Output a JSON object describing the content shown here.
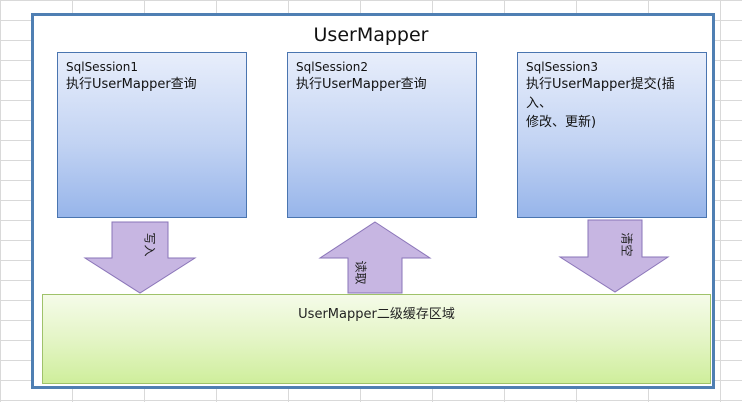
{
  "diagram": {
    "title": "UserMapper",
    "sessions": [
      {
        "name": "SqlSession1",
        "description": "执行UserMapper查询"
      },
      {
        "name": "SqlSession2",
        "description": "执行UserMapper查询"
      },
      {
        "name": "SqlSession3",
        "description": "执行UserMapper提交(插入、\n修改、更新)"
      }
    ],
    "arrows": [
      {
        "label": "写入",
        "direction": "down"
      },
      {
        "label": "读取",
        "direction": "up"
      },
      {
        "label": "清空",
        "direction": "down"
      }
    ],
    "cache_region": {
      "label": "UserMapper二级缓存区域"
    },
    "colors": {
      "outer_border": "#4f7fb3",
      "session_fill": "#c2d3f3",
      "arrow_fill": "#c7b6e2",
      "arrow_stroke": "#8a74b8",
      "cache_fill": "#e4f5c6"
    }
  }
}
